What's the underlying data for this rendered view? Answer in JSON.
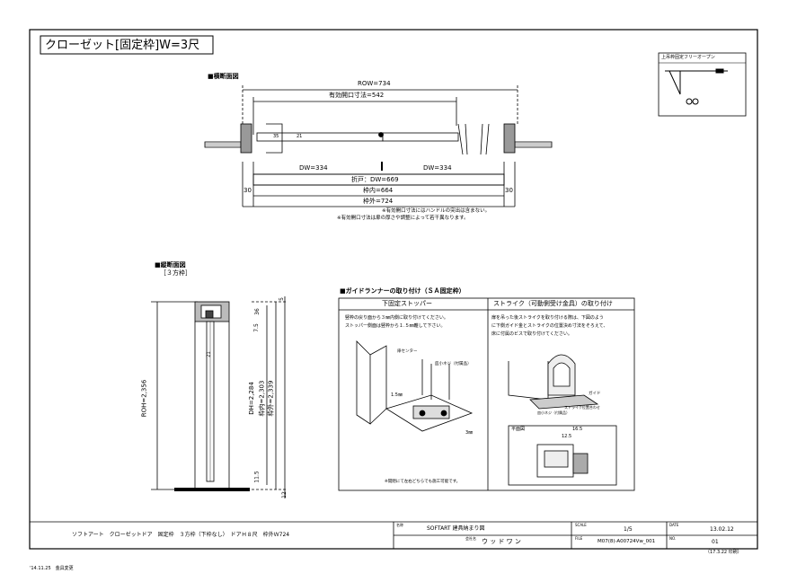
{
  "title": "クローゼット[固定枠]W=3尺",
  "legend_box": {
    "label": "上吊枠固定フリーオープン"
  },
  "plan": {
    "heading": "■横断面図",
    "row": "ROW=734",
    "effective_opening": "有効開口寸法=542",
    "dw_left": "DW=334",
    "dw_right": "DW=334",
    "fold_door": "折戸：DW=669",
    "frame_inner": "枠内=664",
    "frame_outer": "枠外=724",
    "edge_left": "30",
    "edge_right": "30",
    "dim_35": "35",
    "dim_21": "21",
    "note1": "※有効開口寸法にはハンドルの突出は含まない。",
    "note2": "※有効開口寸法は扉の厚さや調整によって若干異なります。"
  },
  "section": {
    "heading": "■縦断面図",
    "subheading": "［３方枠］",
    "roh": "ROH=2,356",
    "dh": "DH=2,284",
    "frame_inner": "枠内=2,303",
    "frame_outer": "枠外=2,339",
    "d5": "5",
    "d36": "36",
    "d75": "7.5",
    "d21": "21",
    "d115": "11.5",
    "d12": "12"
  },
  "guide": {
    "heading": "■ガイドランナーの取り付け（ＳＡ固定枠）",
    "left_title": "下固定ストッパー",
    "left_text1": "竪枠の戻り面から３㎜内側に取り付けてください。",
    "left_text2": "ストッパー側面は竪枠から１.５㎜離して下さい。",
    "left_label1": "扉センター",
    "left_label2": "皿小ネジ（付属品）",
    "left_dim1": "1.5㎜",
    "left_dim2": "3㎜",
    "left_note": "※開閉にて左右どちらでも施工可能です。",
    "right_title": "ストライク（可動側受け金具）の取り付け",
    "right_text1": "扉を吊った後ストライクを取り付ける際は、下図のよう",
    "right_text2": "に下側ガイド金とストライクの位置決め寸法をそろえて、",
    "right_text3": "床に付属のビスで取り付けてください。",
    "right_label1": "ガイド",
    "right_label2": "皿小ネジ（付属品）",
    "right_label3": "ストライク位置合わせ",
    "right_sub": "平面図",
    "right_d1": "16.5",
    "right_d2": "12.5"
  },
  "title_block": {
    "product": "ソフトアート　クローゼットドア　固定枠　３方枠（下枠なし）　ドアＨ８尺　枠外Ｗ724",
    "name_label": "名称",
    "name": "SOFTART 建具納まり図",
    "company_label": "会社名",
    "company": "ウ ッ ド ワ ン",
    "scale_label": "SCALE",
    "scale": "1/5",
    "file_label": "FILE",
    "file": "M07(8)-A00724Vw_001",
    "date_label": "DATE",
    "date": "13.02.12",
    "no_label": "NO.",
    "no": "01",
    "print_date": "（17.3.22 印刷）"
  },
  "revision": "'14.11.25　金具変更"
}
